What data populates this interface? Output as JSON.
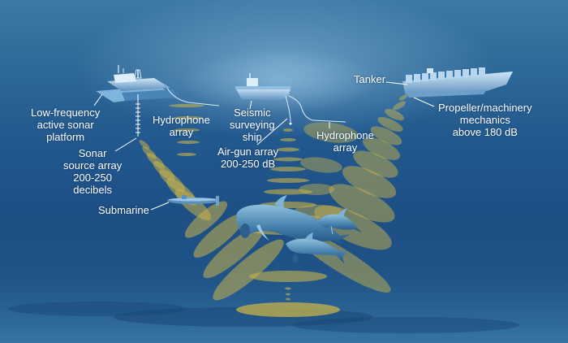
{
  "diagram": {
    "subject": "Underwater noise sources affecting marine mammals",
    "colors": {
      "water_top": "#3f7aa6",
      "water_deep": "#1d4f85",
      "sound_wave": "#c8b24a",
      "label_text": "#ffffff",
      "vessel": "#a9cde8"
    },
    "labels": {
      "sonar_platform": [
        "Low-frequency",
        "active sonar",
        "platform"
      ],
      "hydrophone_left": [
        "Hydrophone",
        "array"
      ],
      "seismic_ship": [
        "Seismic",
        "surveying",
        "ship"
      ],
      "hydrophone_right": [
        "Hydrophone",
        "array"
      ],
      "tanker": "Tanker",
      "propeller": [
        "Propeller/machinery",
        "mechanics",
        "above 180 dB"
      ],
      "sonar_source": [
        "Sonar",
        "source array",
        "200-250",
        "decibels"
      ],
      "air_gun": [
        "Air-gun array",
        "200-250 dB"
      ],
      "submarine": "Submarine"
    },
    "objects": [
      "sonar-platform",
      "seismic-ship",
      "tanker",
      "submarine",
      "whale",
      "dolphin-right",
      "dolphin-bottom"
    ]
  }
}
